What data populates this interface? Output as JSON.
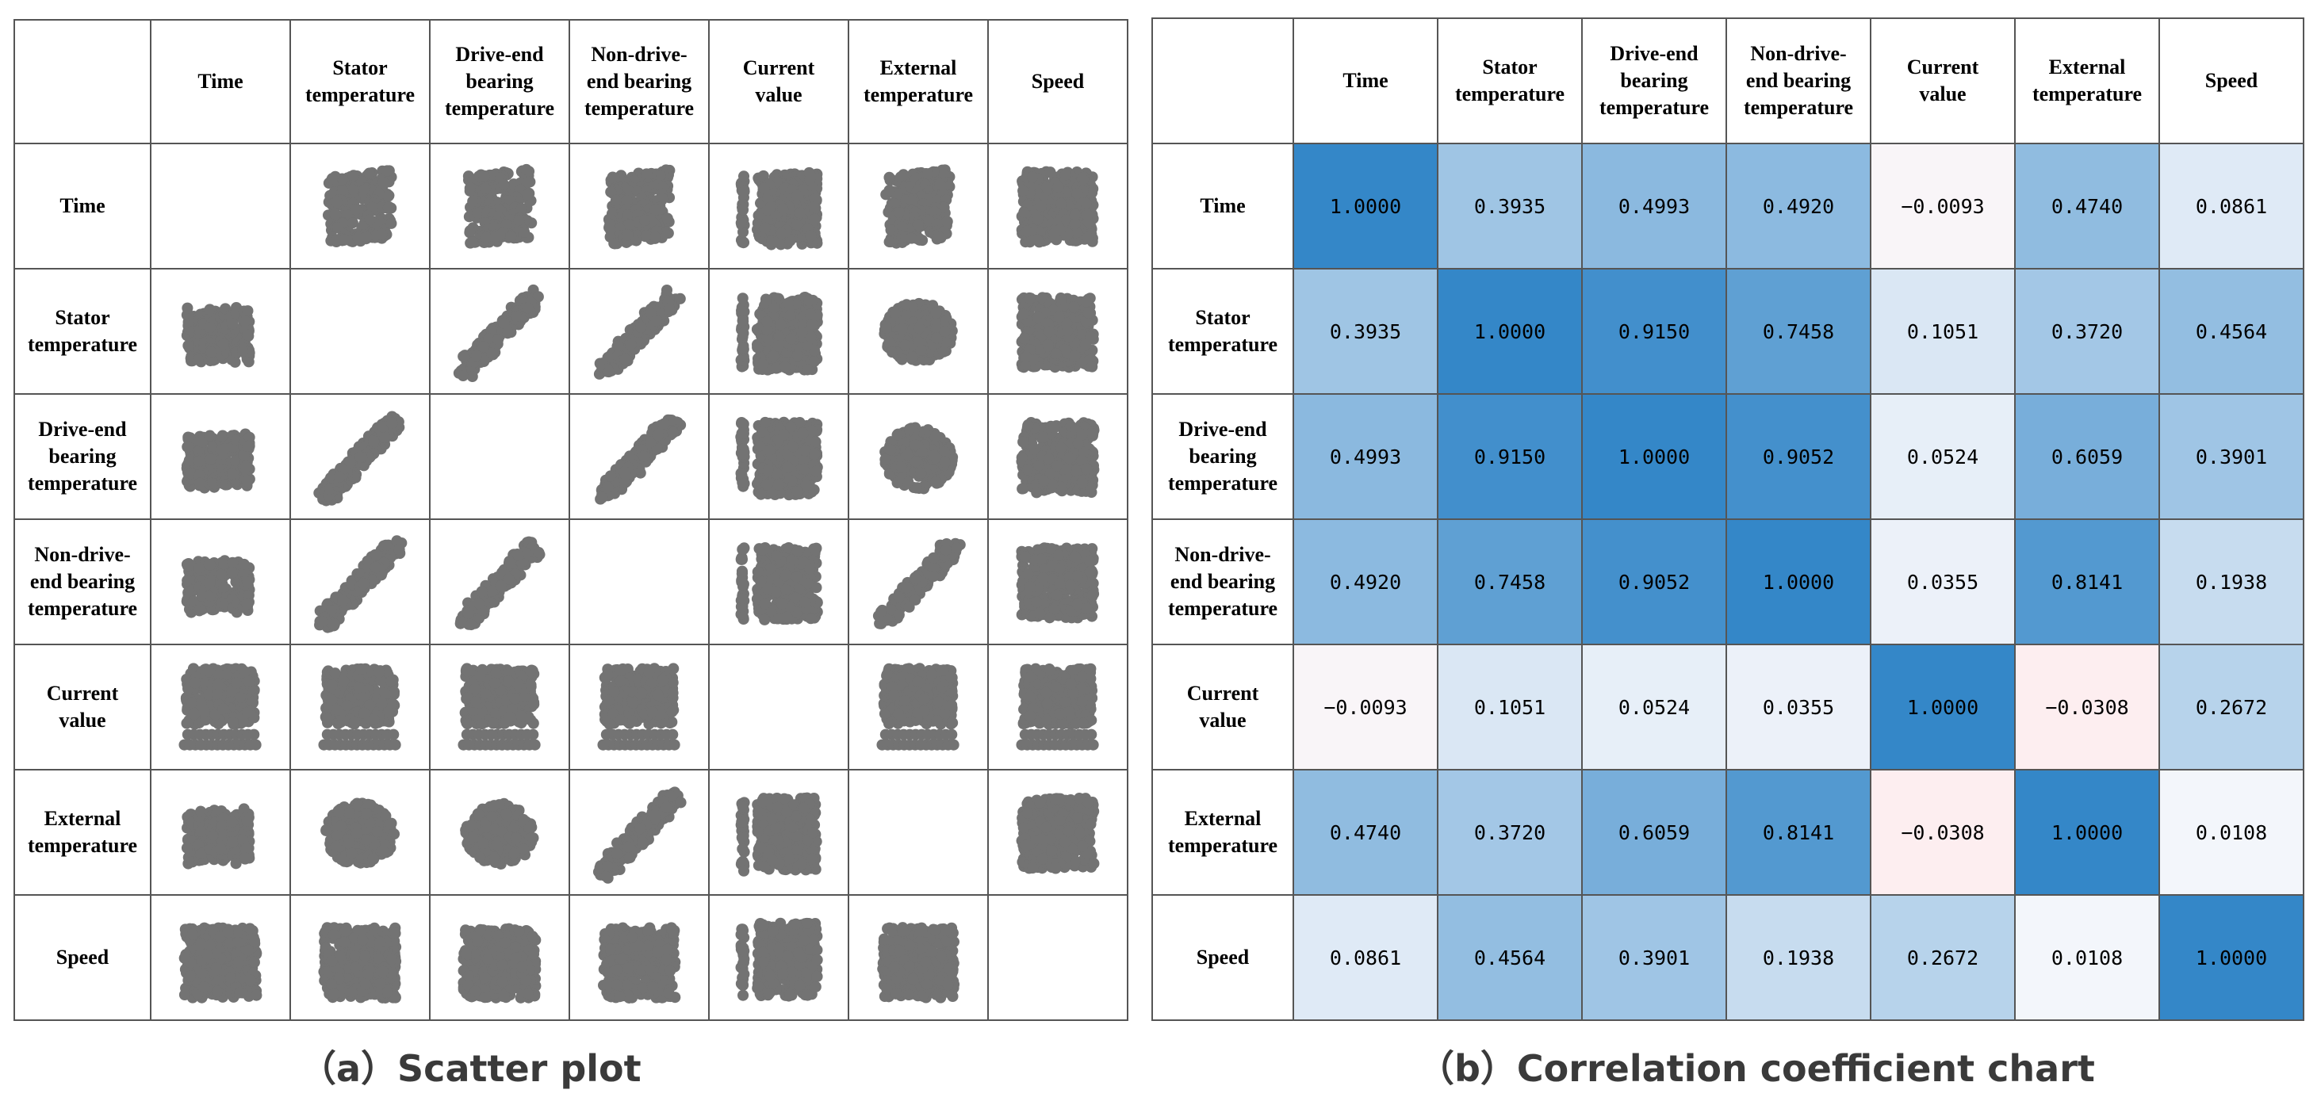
{
  "captions": {
    "a": "（a）Scatter plot",
    "b": "（b）Correlation coefficient chart"
  },
  "variables": [
    "Time",
    "Stator temperature",
    "Drive-end bearing temperature",
    "Non-drive-end bearing temperature",
    "Current value",
    "External temperature",
    "Speed"
  ],
  "header_labels": [
    [
      "Time"
    ],
    [
      "Stator",
      "temperature"
    ],
    [
      "Drive-end",
      "bearing",
      "temperature"
    ],
    [
      "Non-drive-",
      "end bearing",
      "temperature"
    ],
    [
      "Current",
      "value"
    ],
    [
      "External",
      "temperature"
    ],
    [
      "Speed"
    ]
  ],
  "scatter_color": "#737373",
  "heatmap_colors": {
    "negative": "#fdeef0",
    "zero": "#f7f8fc",
    "positive": "#3487c8"
  },
  "chart_data": [
    {
      "type": "scatter",
      "title": "（a）Scatter plot",
      "layout": "scatter-matrix",
      "variables": [
        "Time",
        "Stator temperature",
        "Drive-end bearing temperature",
        "Non-drive-end bearing temperature",
        "Current value",
        "External temperature",
        "Speed"
      ],
      "diagonal": "empty",
      "marker_color": "#737373"
    },
    {
      "type": "heatmap",
      "title": "（b）Correlation coefficient chart",
      "rows": [
        "Time",
        "Stator temperature",
        "Drive-end bearing temperature",
        "Non-drive-end bearing temperature",
        "Current value",
        "External temperature",
        "Speed"
      ],
      "columns": [
        "Time",
        "Stator temperature",
        "Drive-end bearing temperature",
        "Non-drive-end bearing temperature",
        "Current value",
        "External temperature",
        "Speed"
      ],
      "values": [
        [
          1.0,
          0.3935,
          0.4993,
          0.492,
          -0.0093,
          0.474,
          0.0861
        ],
        [
          0.3935,
          1.0,
          0.915,
          0.7458,
          0.1051,
          0.372,
          0.4564
        ],
        [
          0.4993,
          0.915,
          1.0,
          0.9052,
          0.0524,
          0.6059,
          0.3901
        ],
        [
          0.492,
          0.7458,
          0.9052,
          1.0,
          0.0355,
          0.8141,
          0.1938
        ],
        [
          -0.0093,
          0.1051,
          0.0524,
          0.0355,
          1.0,
          -0.0308,
          0.2672
        ],
        [
          0.474,
          0.372,
          0.6059,
          0.8141,
          -0.0308,
          1.0,
          0.0108
        ],
        [
          0.0861,
          0.4564,
          0.3901,
          0.1938,
          0.2672,
          0.0108,
          1.0
        ]
      ],
      "labels": [
        [
          "1.0000",
          "0.3935",
          "0.4993",
          "0.4920",
          "−0.0093",
          "0.4740",
          "0.0861"
        ],
        [
          "0.3935",
          "1.0000",
          "0.9150",
          "0.7458",
          "0.1051",
          "0.3720",
          "0.4564"
        ],
        [
          "0.4993",
          "0.9150",
          "1.0000",
          "0.9052",
          "0.0524",
          "0.6059",
          "0.3901"
        ],
        [
          "0.4920",
          "0.7458",
          "0.9052",
          "1.0000",
          "0.0355",
          "0.8141",
          "0.1938"
        ],
        [
          "−0.0093",
          "0.1051",
          "0.0524",
          "0.0355",
          "1.0000",
          "−0.0308",
          "0.2672"
        ],
        [
          "0.4740",
          "0.3720",
          "0.6059",
          "0.8141",
          "−0.0308",
          "1.0000",
          "0.0108"
        ],
        [
          "0.0861",
          "0.4564",
          "0.3901",
          "0.1938",
          "0.2672",
          "0.0108",
          "1.0000"
        ]
      ]
    }
  ]
}
